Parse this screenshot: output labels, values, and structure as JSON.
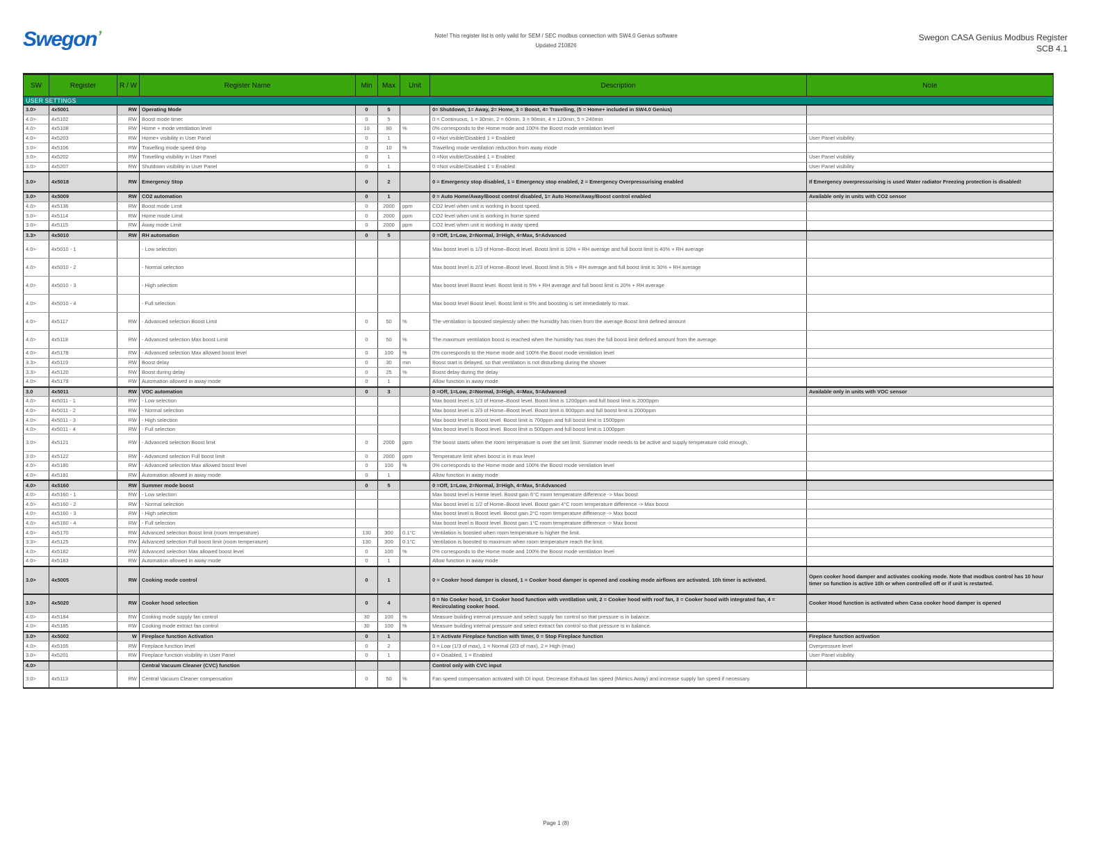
{
  "header": {
    "logo": "Swegon",
    "note_line1": "Note! This register list is only valid for SEM / SEC modbus connection with SW4.0 Genius software",
    "note_line2": "Updated 210826",
    "title": "Swegon CASA Genius Modbus Register",
    "subtitle": "SCB 4.1"
  },
  "columns": [
    "SW",
    "Register",
    "R / W",
    "Register Name",
    "Min",
    "Max",
    "Unit",
    "Description",
    "Note"
  ],
  "section": "USER SETTINGS",
  "rows": [
    {
      "sw": "3.0>",
      "reg": "4x5001",
      "rw": "RW",
      "name": "Operating Mode",
      "min": "0",
      "max": "5",
      "unit": "",
      "desc": "0= Shutdown, 1= Away, 2= Home, 3 = Boost, 4= Travelling, (5 = Home+ included in SW4.0 Genius)",
      "note": "",
      "bold": true
    },
    {
      "sw": "4.0>",
      "reg": "4x5102",
      "rw": "RW",
      "name": "Boost mode timer",
      "min": "0",
      "max": "5",
      "unit": "",
      "desc": "0 = Continuous, 1 = 30min, 2 = 60min, 3 = 90min, 4 = 120min, 5 = 240min",
      "note": ""
    },
    {
      "sw": "4.0>",
      "reg": "4x5108",
      "rw": "RW",
      "name": "Home + mode ventilation level",
      "min": "10",
      "max": "90",
      "unit": "%",
      "desc": "0% corresponds to the Home mode and 100% the Boost mode ventilation level",
      "note": ""
    },
    {
      "sw": "4.0>",
      "reg": "4x5203",
      "rw": "RW",
      "name": "Home+ visibility in User Panel",
      "min": "0",
      "max": "1",
      "unit": "",
      "desc": "0 =Not visible/Disabled 1 = Enabled",
      "note": "User Panel visibility"
    },
    {
      "sw": "3.0>",
      "reg": "4x5106",
      "rw": "RW",
      "name": "Travelling mode speed drop",
      "min": "0",
      "max": "10",
      "unit": "%",
      "desc": "Travelling mode ventilation reduction from away mode",
      "note": ""
    },
    {
      "sw": "3.0>",
      "reg": "4x5202",
      "rw": "RW",
      "name": "Travelling visibility in User Panel",
      "min": "0",
      "max": "1",
      "unit": "",
      "desc": "0 =Not visible/Disabled 1 = Enabled",
      "note": "User Panel visibility"
    },
    {
      "sw": "3.0>",
      "reg": "4x5207",
      "rw": "RW",
      "name": "Shutdown visibility in User Panel",
      "min": "0",
      "max": "1",
      "unit": "",
      "desc": "0 =Not visible/Disabled 1 = Enabled",
      "note": "User Panel visibility"
    },
    {
      "sw": "3.0>",
      "reg": "4x5018",
      "rw": "RW",
      "name": "Emergency Stop",
      "min": "0",
      "max": "2",
      "unit": "",
      "desc": "0 = Emergency stop disabled, 1 = Emergency stop enabled, 2 = Emergency Overpressurising enabled",
      "note": "If Emergency overpressurising is used Water radiator Freezing protection is disabled!",
      "bold": true
    },
    {
      "sw": "3.0>",
      "reg": "4x5009",
      "rw": "RW",
      "name": "CO2 automation",
      "min": "0",
      "max": "1",
      "unit": "",
      "desc": "0 = Auto Home/Away/Boost control disabled, 1= Auto Home/Away/Boost control enabled",
      "note": "Available only in units with CO2 sensor",
      "bold": true
    },
    {
      "sw": "4.0>",
      "reg": "4x5136",
      "rw": "RW",
      "name": "Boost mode Limit",
      "min": "0",
      "max": "2000",
      "unit": "ppm",
      "desc": "CO2 level when unit is working in boost speed.",
      "note": ""
    },
    {
      "sw": "3.0>",
      "reg": "4x5114",
      "rw": "RW",
      "name": "Home mode Limit",
      "min": "0",
      "max": "2000",
      "unit": "ppm",
      "desc": "CO2 level when unit is working in home speed",
      "note": ""
    },
    {
      "sw": "3.0>",
      "reg": "4x5115",
      "rw": "RW",
      "name": "Away mode Limit",
      "min": "0",
      "max": "2000",
      "unit": "ppm",
      "desc": "CO2 level when unit is working in away speed",
      "note": ""
    },
    {
      "sw": "3.3>",
      "reg": "4x5010",
      "rw": "RW",
      "name": "RH automation",
      "min": "0",
      "max": "5",
      "unit": "",
      "desc": "0 =Off, 1=Low, 2=Normal, 3=High, 4=Max, 5=Advanced",
      "note": "",
      "bold": true
    },
    {
      "sw": "4.0>",
      "reg": "4x5010 - 1",
      "rw": "",
      "name": "- Low selection",
      "min": "",
      "max": "",
      "unit": "",
      "desc": "Max boost level is 1/3 of Home–Boost level. Boost limit is 10% + RH average and full boost limit is 40% + RH average",
      "note": ""
    },
    {
      "sw": "4.0>",
      "reg": "4x5010 - 2",
      "rw": "",
      "name": "- Normal selection",
      "min": "",
      "max": "",
      "unit": "",
      "desc": "Max boost level is 2/3 of Home–Boost level. Boost limit is 5% + RH average and full boost limit is 30% + RH average",
      "note": ""
    },
    {
      "sw": "4.0>",
      "reg": "4x5010 - 3",
      "rw": "",
      "name": "- High selection",
      "min": "",
      "max": "",
      "unit": "",
      "desc": "Max boost level Boost level. Boost limit is 5% + RH average and full boost limit is 20% + RH average",
      "note": ""
    },
    {
      "sw": "4.0>",
      "reg": "4x5010 - 4",
      "rw": "",
      "name": "- Full selection",
      "min": "",
      "max": "",
      "unit": "",
      "desc": "Max boost level Boost level. Boost limit is 5% and boosting is set immediately to max.",
      "note": ""
    },
    {
      "sw": "4.0>",
      "reg": "4x5117",
      "rw": "RW",
      "name": "- Advanced selection Boost Limit",
      "min": "0",
      "max": "50",
      "unit": "%",
      "desc": "The ventilation is boosted steplessly when the humidity has risen from the average Boost limit defined amount",
      "note": ""
    },
    {
      "sw": "4.0>",
      "reg": "4x5118",
      "rw": "RW",
      "name": "- Advanced selection Max boost Limit",
      "min": "0",
      "max": "50",
      "unit": "%",
      "desc": "The maximum ventilation boost is reached when the humidity has risen the full boost limit defined amount from the average.",
      "note": ""
    },
    {
      "sw": "4.0>",
      "reg": "4x5178",
      "rw": "RW",
      "name": "- Advanced selection Max allowed boost level",
      "min": "0",
      "max": "100",
      "unit": "%",
      "desc": "0% corresponds to the Home mode and 100% the Boost mode ventilation level",
      "note": ""
    },
    {
      "sw": "3.3>",
      "reg": "4x5119",
      "rw": "RW",
      "name": "Boost delay",
      "min": "0",
      "max": "30",
      "unit": "min",
      "desc": "Boost start is delayed, so that ventilation is not disturbing during the shower",
      "note": ""
    },
    {
      "sw": "3.3>",
      "reg": "4x5120",
      "rw": "RW",
      "name": "Boost during delay",
      "min": "0",
      "max": "25",
      "unit": "%",
      "desc": "Boost delay during the delay",
      "note": ""
    },
    {
      "sw": "4.0>",
      "reg": "4x5179",
      "rw": "RW",
      "name": "Automation allowed in away mode",
      "min": "0",
      "max": "1",
      "unit": "",
      "desc": "Allow function in away mode",
      "note": ""
    },
    {
      "sw": "3.0",
      "reg": "4x5011",
      "rw": "RW",
      "name": "VOC automation",
      "min": "0",
      "max": "3",
      "unit": "",
      "desc": "0 =Off, 1=Low, 2=Normal, 3=High, 4=Max, 5=Advanced",
      "note": "Available only in units with VOC sensor",
      "bold": true
    },
    {
      "sw": "4.0>",
      "reg": "4x5011 - 1",
      "rw": "RW",
      "name": "- Low selection",
      "min": "",
      "max": "",
      "unit": "",
      "desc": "Max boost level is 1/3 of Home–Boost level. Boost limit is 1200ppm and full boost limit is 2000ppm",
      "note": ""
    },
    {
      "sw": "4.0>",
      "reg": "4x5011 - 2",
      "rw": "RW",
      "name": "- Normal selection",
      "min": "",
      "max": "",
      "unit": "",
      "desc": "Max boost level is 2/3 of Home–Boost level. Boost limit is 800ppm and full boost limit is 2000ppm",
      "note": ""
    },
    {
      "sw": "4.0>",
      "reg": "4x5011 - 3",
      "rw": "RW",
      "name": "- High selection",
      "min": "",
      "max": "",
      "unit": "",
      "desc": "Max boost level is Boost level. Boost limit is 700ppm and full boost limit is 1500ppm",
      "note": ""
    },
    {
      "sw": "4.0>",
      "reg": "4x5011 - 4",
      "rw": "RW",
      "name": "- Full selection",
      "min": "",
      "max": "",
      "unit": "",
      "desc": "Max boost level is Boost level. Boost limit is 500ppm and full boost limit is 1000ppm",
      "note": ""
    },
    {
      "sw": "3.0>",
      "reg": "4x5121",
      "rw": "RW",
      "name": "- Advanced selection Boost limit",
      "min": "0",
      "max": "2000",
      "unit": "ppm",
      "desc": "The boost starts when the room temperature is over the set limit. Summer mode needs to be active and supply temperature cold enough.",
      "note": ""
    },
    {
      "sw": "3.0>",
      "reg": "4x5122",
      "rw": "RW",
      "name": "- Advanced selection Full boost limit",
      "min": "0",
      "max": "2000",
      "unit": "ppm",
      "desc": "Temperature limit when boost is in max level",
      "note": ""
    },
    {
      "sw": "4.0>",
      "reg": "4x5180",
      "rw": "RW",
      "name": "- Advanced selection Max allowed boost level",
      "min": "0",
      "max": "100",
      "unit": "%",
      "desc": "0% corresponds to the Home mode and 100% the Boost mode ventilation level",
      "note": ""
    },
    {
      "sw": "4.0>",
      "reg": "4x5181",
      "rw": "RW",
      "name": "Automation allowed in away mode",
      "min": "0",
      "max": "1",
      "unit": "",
      "desc": "Allow function in away mode",
      "note": ""
    },
    {
      "sw": "4.0>",
      "reg": "4x5160",
      "rw": "RW",
      "name": "Summer mode boost",
      "min": "0",
      "max": "5",
      "unit": "",
      "desc": "0 =Off, 1=Low, 2=Normal, 3=High, 4=Max, 5=Advanced",
      "note": "",
      "bold": true
    },
    {
      "sw": "4.0>",
      "reg": "4x5160 - 1",
      "rw": "RW",
      "name": "- Low selection",
      "min": "",
      "max": "",
      "unit": "",
      "desc": "Max boost level is Home level. Boost gain 6°C room temperature difference -> Max boost",
      "note": ""
    },
    {
      "sw": "4.0>",
      "reg": "4x5160 - 2",
      "rw": "RW",
      "name": "- Normal selection",
      "min": "",
      "max": "",
      "unit": "",
      "desc": "Max boost level is 1/2 of Home–Boost level. Boost gain 4°C room temperature difference -> Max boost",
      "note": ""
    },
    {
      "sw": "4.0>",
      "reg": "4x5160 - 3",
      "rw": "RW",
      "name": "- High selection",
      "min": "",
      "max": "",
      "unit": "",
      "desc": "Max boost level is Boost level. Boost gain 2°C room temperature difference -> Max boost",
      "note": ""
    },
    {
      "sw": "4.0>",
      "reg": "4x5160 - 4",
      "rw": "RW",
      "name": "- Full selection",
      "min": "",
      "max": "",
      "unit": "",
      "desc": "Max boost level is Boost level. Boost gain 1°C room temperature difference -> Max boost",
      "note": ""
    },
    {
      "sw": "4.0>",
      "reg": "4x5170",
      "rw": "RW",
      "name": "Advanced selection Boost limit (room temperature)",
      "min": "130",
      "max": "300",
      "unit": "0.1°C",
      "desc": "Ventilation is boosted when room temperature is higher the limit.",
      "note": ""
    },
    {
      "sw": "3.3>",
      "reg": "4x5125",
      "rw": "RW",
      "name": "Advanced selection Full boost limit (room temperature)",
      "min": "130",
      "max": "300",
      "unit": "0.1°C",
      "desc": "Ventilation is boosted to maximum when room temperature reach the limit.",
      "note": ""
    },
    {
      "sw": "4.0>",
      "reg": "4x5182",
      "rw": "RW",
      "name": "Advanced selection Max allowed boost level",
      "min": "0",
      "max": "100",
      "unit": "%",
      "desc": "0% corresponds to the Home mode and 100% the Boost mode ventilation level",
      "note": ""
    },
    {
      "sw": "4.0>",
      "reg": "4x5183",
      "rw": "RW",
      "name": "Automation allowed in away mode",
      "min": "0",
      "max": "1",
      "unit": "",
      "desc": "Allow function in away mode",
      "note": ""
    },
    {
      "sw": "3.0>",
      "reg": "4x5005",
      "rw": "RW",
      "name": "Cooking mode control",
      "min": "0",
      "max": "1",
      "unit": "",
      "desc": "0 = Cooker hood damper is closed, 1 = Cooker hood damper is opened and cooking mode airflows are activated. 10h timer is activated.",
      "note": "Open cooker hood damper and activates cooking mode. Note that modbus control has 10 hour timer so function is active 10h or when controlled off or if unit is restarted.",
      "bold": true
    },
    {
      "sw": "3.0>",
      "reg": "4x5020",
      "rw": "RW",
      "name": "Cooker hood selection",
      "min": "0",
      "max": "4",
      "unit": "",
      "desc": "0 = No Cooker hood, 1= Cooker hood function with ventilation unit, 2 = Cooker hood with roof fan, 3 = Cooker hood with integrated fan, 4 = Recirculating cooker hood.",
      "note": "Cooker Hood function is activated when Casa cooker hood damper is opened",
      "bold": true
    },
    {
      "sw": "4.0>",
      "reg": "4x5184",
      "rw": "RW",
      "name": "Cooking mode supply fan control",
      "min": "30",
      "max": "100",
      "unit": "%",
      "desc": "Measure building internal pressure and select supply fan control so that pressure is in balance.",
      "note": ""
    },
    {
      "sw": "4.0>",
      "reg": "4x5185",
      "rw": "RW",
      "name": "Cooking mode extract fan control",
      "min": "30",
      "max": "100",
      "unit": "%",
      "desc": "Measure building internal pressure and select extract fan control so that pressure is in balance.",
      "note": ""
    },
    {
      "sw": "3.0>",
      "reg": "4x5002",
      "rw": "W",
      "name": "Fireplace function Activation",
      "min": "0",
      "max": "1",
      "unit": "",
      "desc": "1 = Activate Fireplace function with timer, 0 = Stop Fireplace function",
      "note": "Fireplace function activation",
      "bold": true
    },
    {
      "sw": "4.0>",
      "reg": "4x5105",
      "rw": "RW",
      "name": "Fireplace function level",
      "min": "0",
      "max": "2",
      "unit": "",
      "desc": "0 = Low (1/3 of max), 1 = Normal (2/3 of max), 2 = High (max)",
      "note": "Overpressure level"
    },
    {
      "sw": "3.0>",
      "reg": "4x5201",
      "rw": "RW",
      "name": "Fireplace function visibility in User Panel",
      "min": "0",
      "max": "1",
      "unit": "",
      "desc": "0 = Disabled, 1 = Enabled",
      "note": "User Panel visibility"
    },
    {
      "sw": "4.0>",
      "reg": "",
      "rw": "",
      "name": "Central Vacuum Cleaner (CVC) function",
      "min": "",
      "max": "",
      "unit": "",
      "desc": "Control only with CVC input",
      "note": "",
      "bold": true
    },
    {
      "sw": "3.0>",
      "reg": "4x5113",
      "rw": "RW",
      "name": "Central Vacuum Cleaner compensation",
      "min": "0",
      "max": "50",
      "unit": "%",
      "desc": "Fan speed compensation activated with DI input. Decrease Exhaust fan speed (Mimics Away) and increase supply fan speed if necessary.",
      "note": ""
    }
  ],
  "footer": "Page 1 (8)"
}
